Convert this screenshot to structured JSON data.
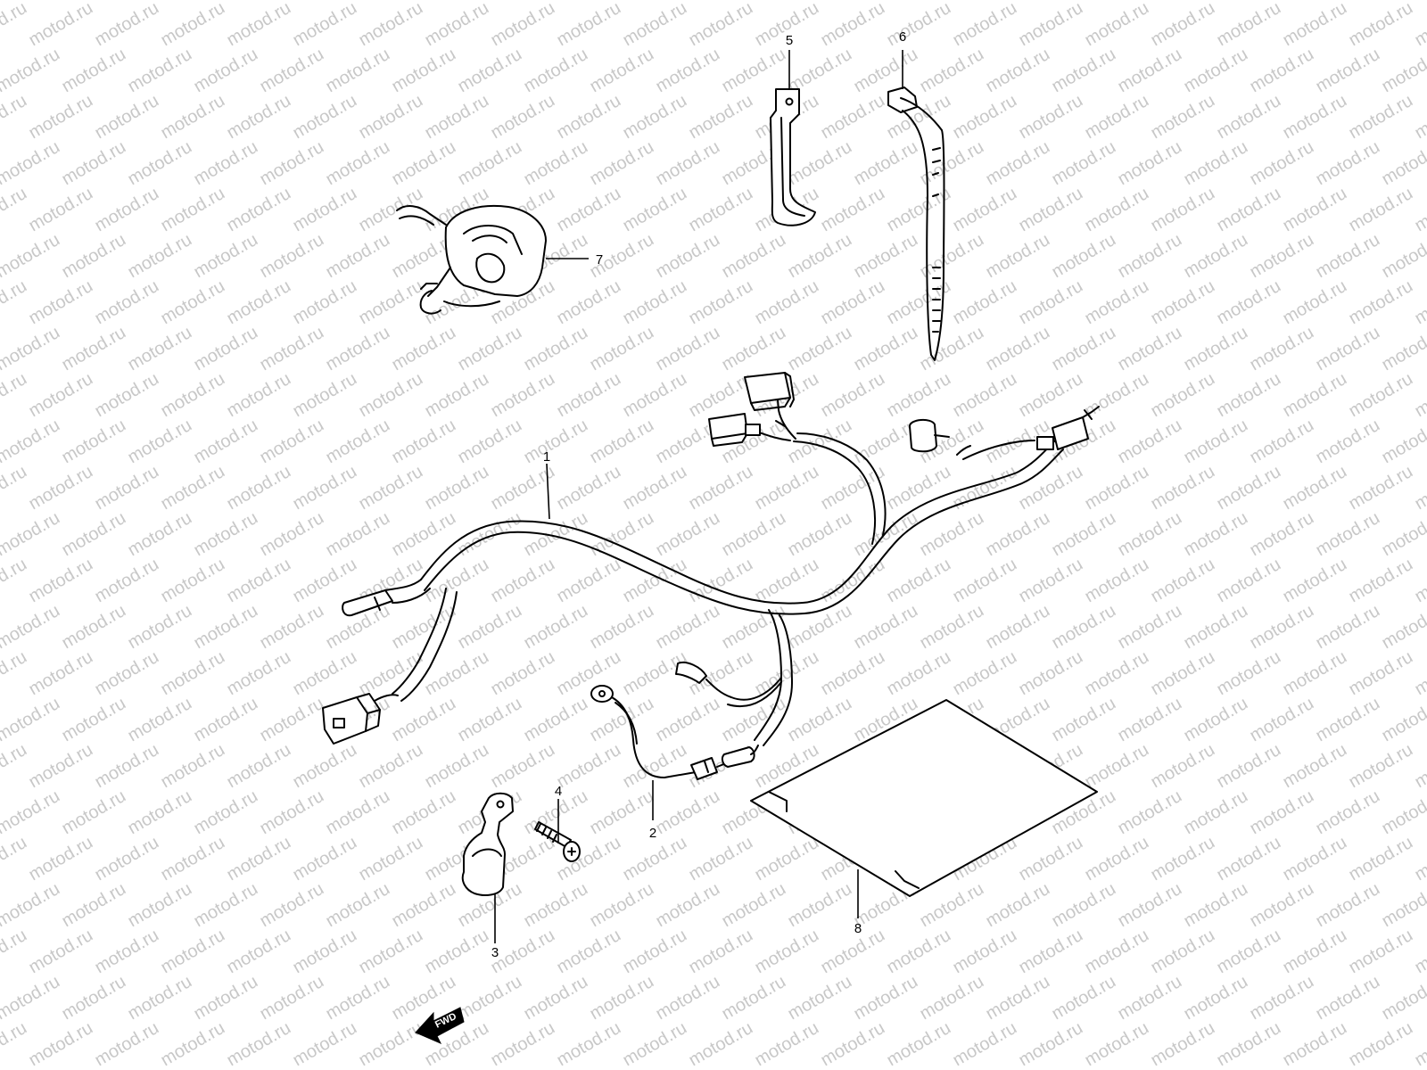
{
  "watermark": "motod.ru",
  "callouts": {
    "c1": "1",
    "c2": "2",
    "c3": "3",
    "c4": "4",
    "c5": "5",
    "c6": "6",
    "c7": "7",
    "c8": "8"
  },
  "direction_label": "FWD"
}
